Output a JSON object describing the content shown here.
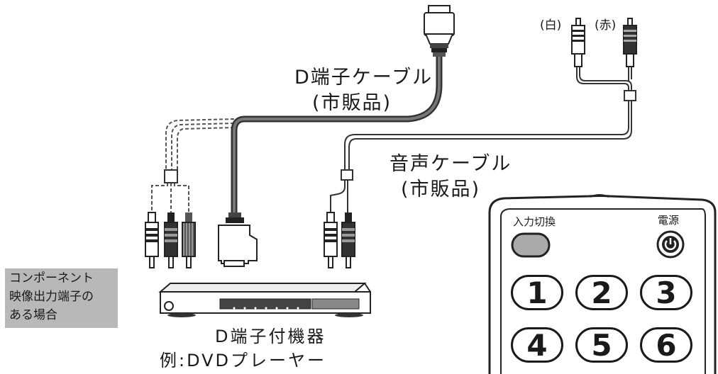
{
  "labels": {
    "white_tag": "(白)",
    "red_tag": "(赤)",
    "d_cable": "D端子ケーブル",
    "d_cable_note": "(市販品)",
    "audio_cable": "音声ケーブル",
    "audio_cable_note": "(市販品)",
    "device_name": "D端子付機器",
    "device_example": "例:DVDプレーヤー"
  },
  "note_box": {
    "line1": "コンポーネント",
    "line2": "映像出力端子の",
    "line3": "ある場合"
  },
  "remote": {
    "input_label": "入力切換",
    "power_label": "電源",
    "keys": [
      "1",
      "2",
      "3",
      "4",
      "5",
      "6"
    ]
  }
}
